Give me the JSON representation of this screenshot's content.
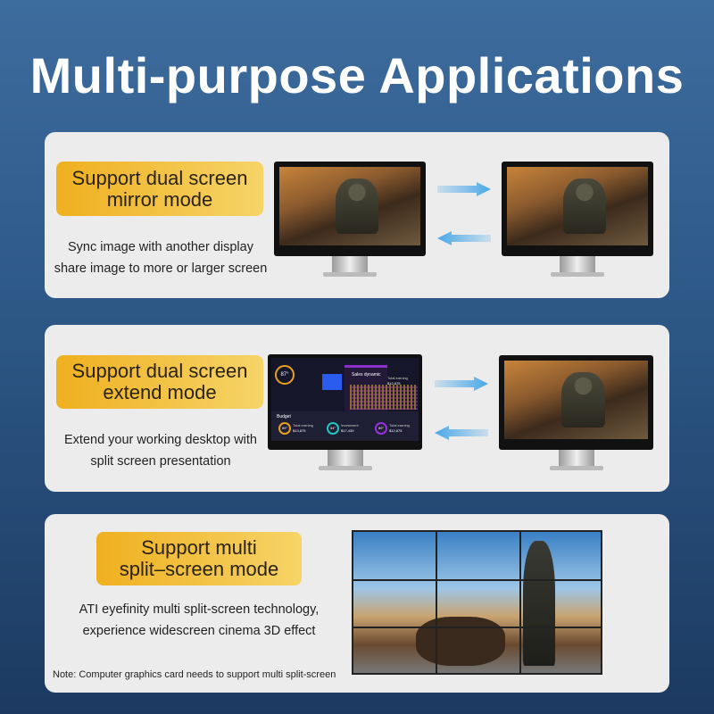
{
  "title": "Multi-purpose Applications",
  "sections": [
    {
      "label_lines": [
        "Support dual screen",
        "mirror mode"
      ],
      "desc_lines": [
        "Sync image with another display",
        "share image to more or larger screen"
      ]
    },
    {
      "label_lines": [
        "Support dual screen",
        "extend  mode"
      ],
      "desc_lines": [
        "Extend your working desktop with",
        "split screen presentation"
      ],
      "dashboard": {
        "heading": "Sales dynamic",
        "budget": "Budget",
        "gauge": "87°",
        "items": [
          {
            "label": "Total earning",
            "value": "$13,875",
            "pct": "89°"
          },
          {
            "label": "Investment",
            "value": "$17,439",
            "pct": "54°"
          },
          {
            "label": "Total earning",
            "value": "$12,875",
            "pct": "89°"
          }
        ],
        "top_label": "Total earning",
        "top_value": "$12,875"
      }
    },
    {
      "label_lines": [
        "Support multi",
        "split–screen mode"
      ],
      "desc_lines": [
        "ATI eyefinity multi split-screen technology,",
        "experience widescreen cinema 3D effect"
      ],
      "note": "Note: Computer graphics card needs to support multi split-screen"
    }
  ],
  "colors": {
    "label": "#f2be3a",
    "arrow": "#4aa8e8",
    "card": "#ececec"
  }
}
